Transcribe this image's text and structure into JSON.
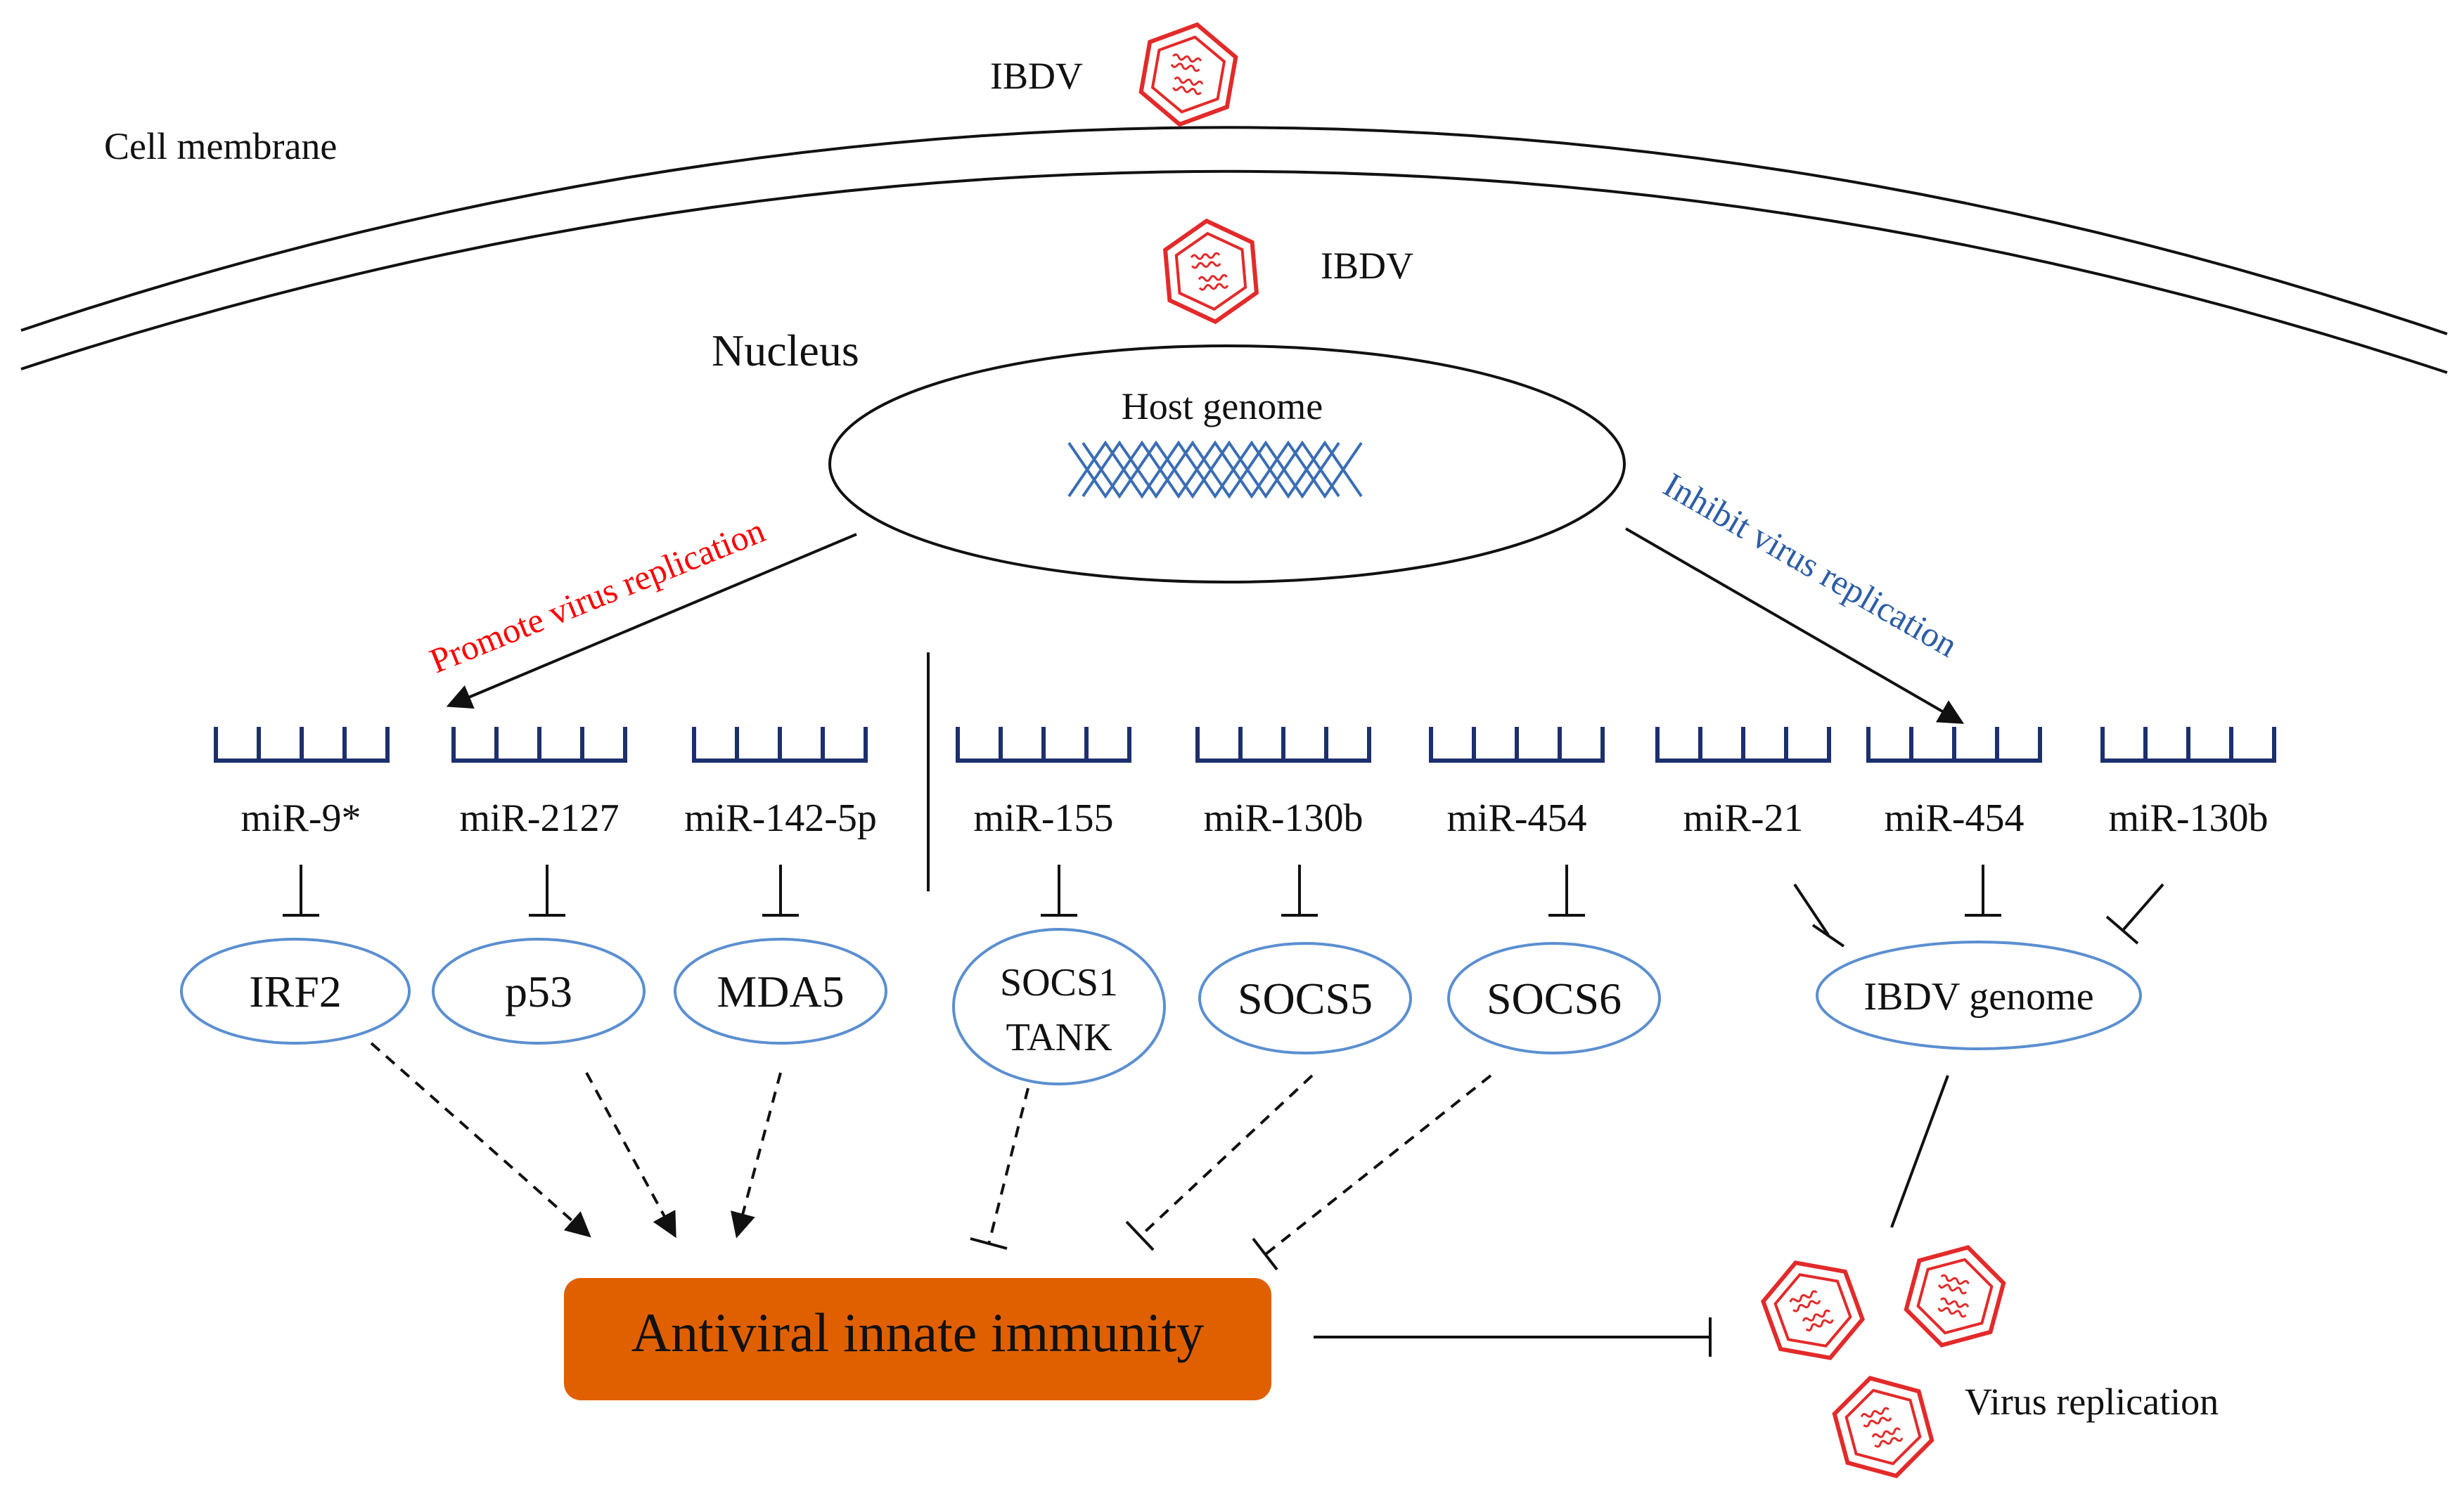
{
  "labels": {
    "cell_membrane": "Cell membrane",
    "nucleus": "Nucleus",
    "host_genome": "Host genome",
    "ibdv_outside": "IBDV",
    "ibdv_inside": "IBDV",
    "promote": "Promote virus replication",
    "inhibit": "Inhibit virus replication",
    "antiviral": "Antiviral innate immunity",
    "virus_replication": "Virus replication"
  },
  "mirnas": [
    "miR-9*",
    "miR-2127",
    "miR-142-5p",
    "miR-155",
    "miR-130b",
    "miR-454",
    "miR-21",
    "miR-454",
    "miR-130b"
  ],
  "targets": {
    "irf2": "IRF2",
    "p53": "p53",
    "mda5": "MDA5",
    "socs1": "SOCS1",
    "tank": "TANK",
    "socs5": "SOCS5",
    "socs6": "SOCS6",
    "ibdv_genome": "IBDV genome"
  },
  "colors": {
    "promote": "#ff0000",
    "inhibit": "#2c5da8",
    "antiviral_box": "#e06000",
    "virus": "#e32a2a",
    "mirna": "#1c2f6e",
    "ellipse": "#5b8fd0"
  }
}
